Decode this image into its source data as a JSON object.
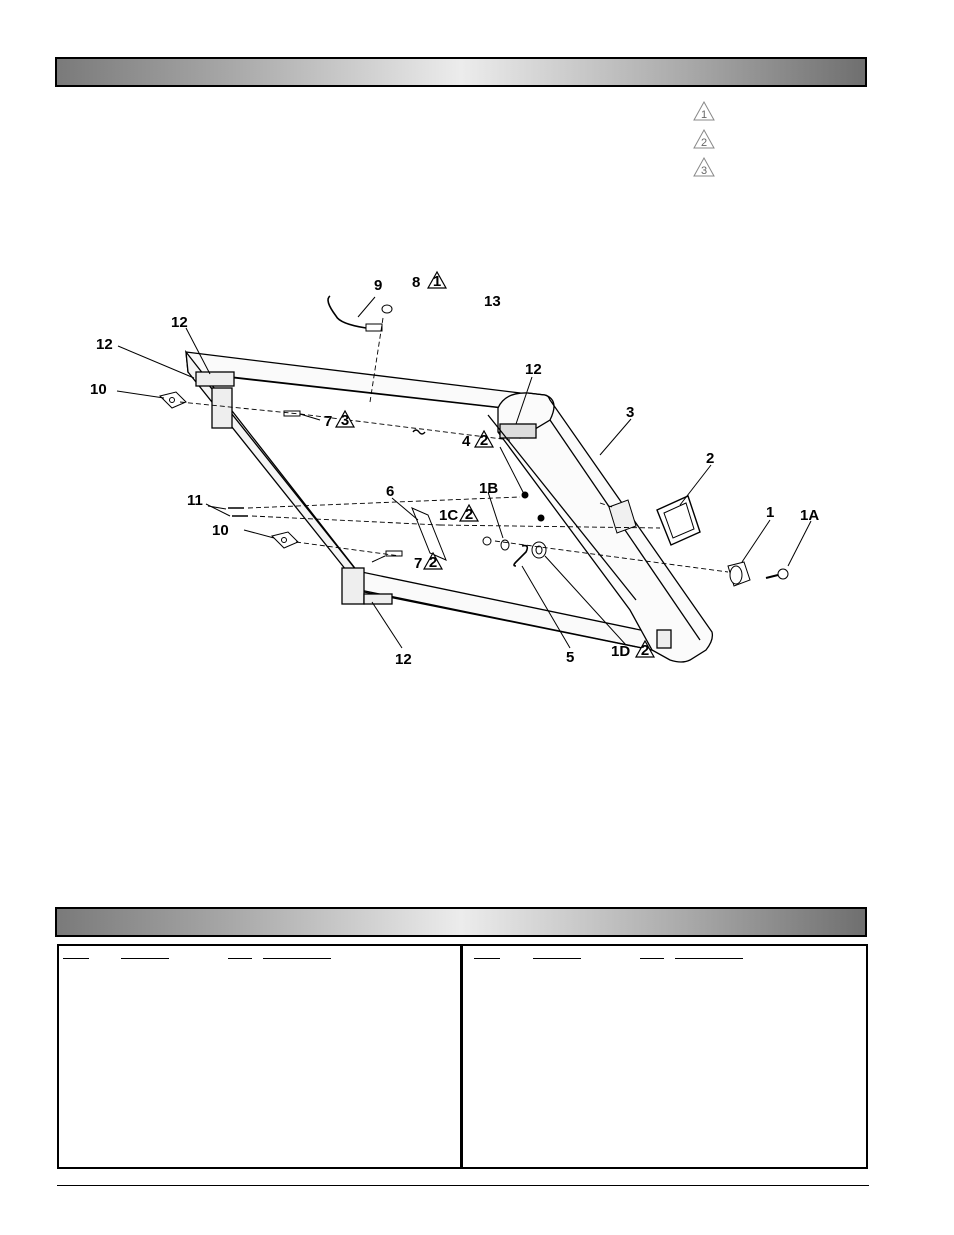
{
  "header_bars": [
    {
      "id": "top",
      "label": ""
    },
    {
      "id": "bottom",
      "label": ""
    }
  ],
  "legend": [
    {
      "num": "1",
      "text": ""
    },
    {
      "num": "2",
      "text": ""
    },
    {
      "num": "3",
      "text": ""
    }
  ],
  "diagram": {
    "callouts": {
      "c9": "9",
      "c8": "8",
      "c13": "13",
      "c12a": "12",
      "c12b": "12",
      "c10a": "10",
      "c7a": "7",
      "c12c": "12",
      "c3": "3",
      "c4": "4",
      "c2": "2",
      "c11": "11",
      "c6": "6",
      "c1b": "1B",
      "c1c": "1C",
      "c10b": "10",
      "c7b": "7",
      "c1": "1",
      "c1a": "1A",
      "c12d": "12",
      "c5": "5",
      "c1d": "1D"
    },
    "flags": {
      "f8": "1",
      "f7a": "3",
      "f4": "2",
      "f1c": "2",
      "f7b": "2",
      "f1d": "2"
    }
  },
  "parts_table": {
    "columns_left": [
      "",
      "",
      "",
      ""
    ],
    "columns_right": [
      "",
      "",
      "",
      ""
    ],
    "rows_left": [],
    "rows_right": []
  }
}
